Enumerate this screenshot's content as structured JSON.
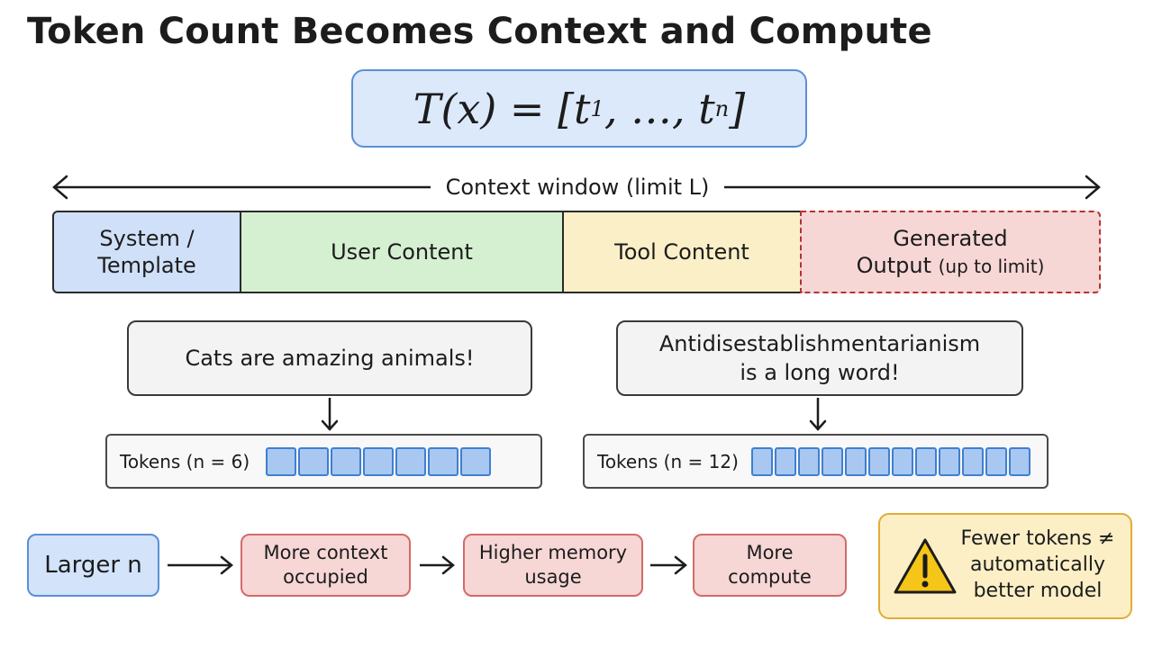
{
  "title": "Token Count Becomes Context and Compute",
  "formula": {
    "lhs": "T(x) = [t",
    "sub1": "1",
    "mid": ", …, t",
    "subn": "n",
    "rhs": "]"
  },
  "context_window": {
    "label": "Context window (limit L)",
    "segments": {
      "system_line1": "System /",
      "system_line2": "Template",
      "user": "User Content",
      "tool": "Tool Content",
      "generated_line1": "Generated",
      "generated_line2": "Output",
      "generated_note": "(up to limit)"
    }
  },
  "examples": [
    {
      "sentence_line1": "Cats are amazing animals!",
      "tokens_label": "Tokens (n = 6)",
      "token_count": 7
    },
    {
      "sentence_line1": "Antidisestablishmentarianism",
      "sentence_line2": "is a long word!",
      "tokens_label": "Tokens (n = 12)",
      "token_count": 12
    }
  ],
  "flow": {
    "start": "Larger n",
    "step1_line1": "More context",
    "step1_line2": "occupied",
    "step2_line1": "Higher memory",
    "step2_line2": "usage",
    "step3_line1": "More",
    "step3_line2": "compute"
  },
  "warning": {
    "icon": "warning-triangle-icon",
    "line1": "Fewer tokens ≠",
    "line2": "automatically",
    "line3": "better model"
  },
  "colors": {
    "blue_fill": "#cfe0f8",
    "green_fill": "#d5f0d1",
    "yellow_fill": "#fbefc8",
    "red_fill": "#f7d6d6",
    "red_border": "#b13434",
    "token_fill": "#a9c8f1",
    "token_border": "#3f7fd0",
    "warning_fill": "#fcefc6",
    "warning_border": "#e1ac36",
    "warning_icon": "#f5c518"
  }
}
